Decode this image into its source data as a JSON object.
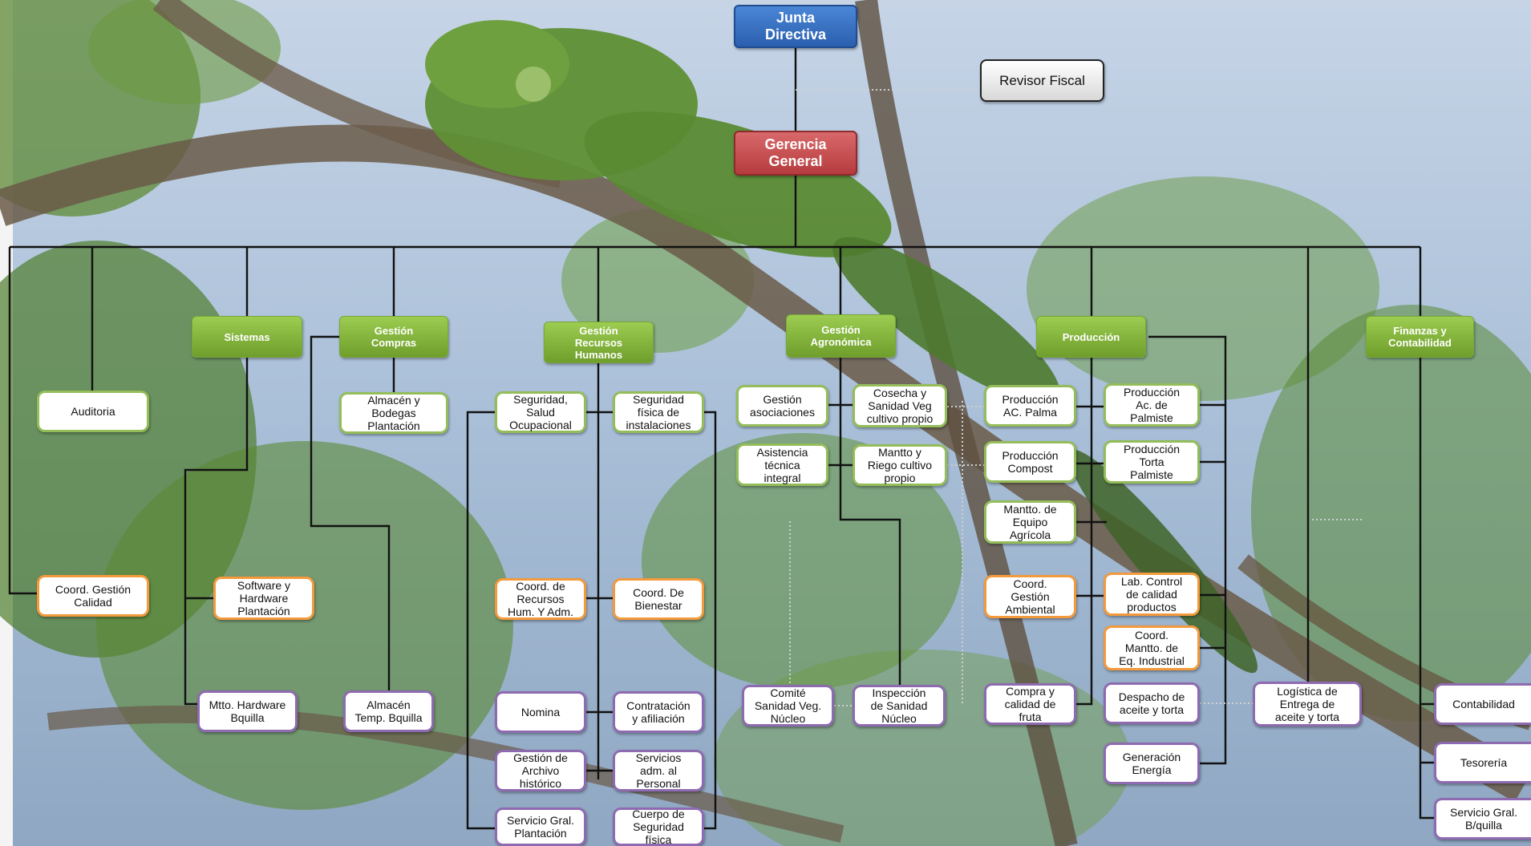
{
  "nodes": {
    "junta": "Junta\nDirectiva",
    "revisor": "Revisor Fiscal",
    "gerencia": "Gerencia\nGeneral",
    "sistemas": "Sistemas",
    "compras": "Gestión\nCompras",
    "rrhh": "Gestión\nRecursos\nHumanos",
    "agro": "Gestión\nAgronómica",
    "produccion": "Producción",
    "finanzas": "Finanzas y\nContabilidad",
    "auditoria": "Auditoria",
    "coord_calidad": "Coord. Gestión\nCalidad",
    "software": "Software y\nHardware\nPlantación",
    "mtto_hw": "Mtto. Hardware\nBquilla",
    "almacen_bodegas": "Almacén y\nBodegas\nPlantación",
    "almacen_temp": "Almacén\nTemp. Bquilla",
    "seg_salud": "Seguridad,\nSalud\nOcupacional",
    "seg_fisica_inst": "Seguridad\nfísica de\ninstalaciones",
    "coord_rrhh": "Coord. de\nRecursos\nHum. Y Adm.",
    "coord_bienestar": "Coord. De\nBienestar",
    "nomina": "Nomina",
    "contratacion": "Contratación\ny afiliación",
    "archivo": "Gestión de\nArchivo\nhistórico",
    "servicios_adm": "Servicios\nadm. al\nPersonal",
    "serv_plantacion": "Servicio Gral.\nPlantación",
    "cuerpo_seg": "Cuerpo de\nSeguridad\nfísica",
    "gestion_asoc": "Gestión\nasociaciones",
    "cosecha": "Cosecha y\nSanidad Veg\ncultivo propio",
    "asistencia": "Asistencia\ntécnica\nintegral",
    "mantto_riego": "Mantto y\nRiego cultivo\npropio",
    "comite": "Comité\nSanidad Veg.\nNúcleo",
    "inspeccion": "Inspección\nde Sanidad\nNúcleo",
    "prod_palma": "Producción\nAC. Palma",
    "prod_compost": "Producción\nCompost",
    "mantto_equipo": "Mantto. de\nEquipo\nAgrícola",
    "coord_ambiental": "Coord.\nGestión\nAmbiental",
    "compra_fruta": "Compra y\ncalidad de\nfruta",
    "prod_palmiste": "Producción\nAc. de\nPalmiste",
    "prod_torta": "Producción\nTorta\nPalmiste",
    "lab_control": "Lab. Control\nde calidad\nproductos",
    "coord_mantto_ind": "Coord.\nMantto. de\nEq. Industrial",
    "despacho": "Despacho de\naceite y torta",
    "generacion": "Generación\nEnergía",
    "logistica": "Logística de\nEntrega de\naceite y torta",
    "contabilidad": "Contabilidad",
    "tesoreria": "Tesorería",
    "serv_bquilla": "Servicio Gral.\nB/quilla"
  },
  "colors": {
    "line": "#111111",
    "blue": "#2a5fae",
    "red": "#b63c3e",
    "green": "#94bd5a",
    "orange": "#f39a3d",
    "purple": "#8e6bb0",
    "sky": "#b9cbe0",
    "foliage": "#4f7a2e"
  }
}
